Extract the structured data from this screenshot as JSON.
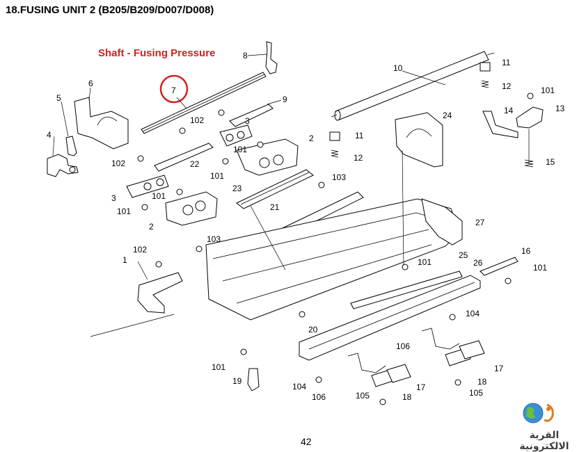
{
  "title": "18.FUSING UNIT 2 (B205/B209/D007/D008)",
  "annotation": "Shaft - Fusing Pressure",
  "highlight_color": "#d42020",
  "page_number": "42",
  "logo_text": "القرية الالكترونية",
  "callouts": [
    {
      "id": "c1",
      "label": "1"
    },
    {
      "id": "c2a",
      "label": "2"
    },
    {
      "id": "c2b",
      "label": "2"
    },
    {
      "id": "c3a",
      "label": "3"
    },
    {
      "id": "c3b",
      "label": "3"
    },
    {
      "id": "c4",
      "label": "4"
    },
    {
      "id": "c5",
      "label": "5"
    },
    {
      "id": "c6",
      "label": "6"
    },
    {
      "id": "c7",
      "label": "7"
    },
    {
      "id": "c8",
      "label": "8"
    },
    {
      "id": "c9",
      "label": "9"
    },
    {
      "id": "c10",
      "label": "10"
    },
    {
      "id": "c11a",
      "label": "11"
    },
    {
      "id": "c11b",
      "label": "11"
    },
    {
      "id": "c12a",
      "label": "12"
    },
    {
      "id": "c12b",
      "label": "12"
    },
    {
      "id": "c13",
      "label": "13"
    },
    {
      "id": "c14",
      "label": "14"
    },
    {
      "id": "c15",
      "label": "15"
    },
    {
      "id": "c16",
      "label": "16"
    },
    {
      "id": "c17a",
      "label": "17"
    },
    {
      "id": "c17b",
      "label": "17"
    },
    {
      "id": "c18a",
      "label": "18"
    },
    {
      "id": "c18b",
      "label": "18"
    },
    {
      "id": "c19",
      "label": "19"
    },
    {
      "id": "c20",
      "label": "20"
    },
    {
      "id": "c21",
      "label": "21"
    },
    {
      "id": "c22",
      "label": "22"
    },
    {
      "id": "c23",
      "label": "23"
    },
    {
      "id": "c24",
      "label": "24"
    },
    {
      "id": "c25",
      "label": "25"
    },
    {
      "id": "c26",
      "label": "26"
    },
    {
      "id": "c27",
      "label": "27"
    },
    {
      "id": "c101a",
      "label": "101"
    },
    {
      "id": "c101b",
      "label": "101"
    },
    {
      "id": "c101c",
      "label": "101"
    },
    {
      "id": "c101d",
      "label": "101"
    },
    {
      "id": "c101e",
      "label": "101"
    },
    {
      "id": "c101f",
      "label": "101"
    },
    {
      "id": "c101g",
      "label": "101"
    },
    {
      "id": "c101h",
      "label": "101"
    },
    {
      "id": "c102a",
      "label": "102"
    },
    {
      "id": "c102b",
      "label": "102"
    },
    {
      "id": "c102c",
      "label": "102"
    },
    {
      "id": "c103a",
      "label": "103"
    },
    {
      "id": "c103b",
      "label": "103"
    },
    {
      "id": "c104a",
      "label": "104"
    },
    {
      "id": "c104b",
      "label": "104"
    },
    {
      "id": "c105a",
      "label": "105"
    },
    {
      "id": "c105b",
      "label": "105"
    },
    {
      "id": "c106a",
      "label": "106"
    },
    {
      "id": "c106b",
      "label": "106"
    }
  ]
}
